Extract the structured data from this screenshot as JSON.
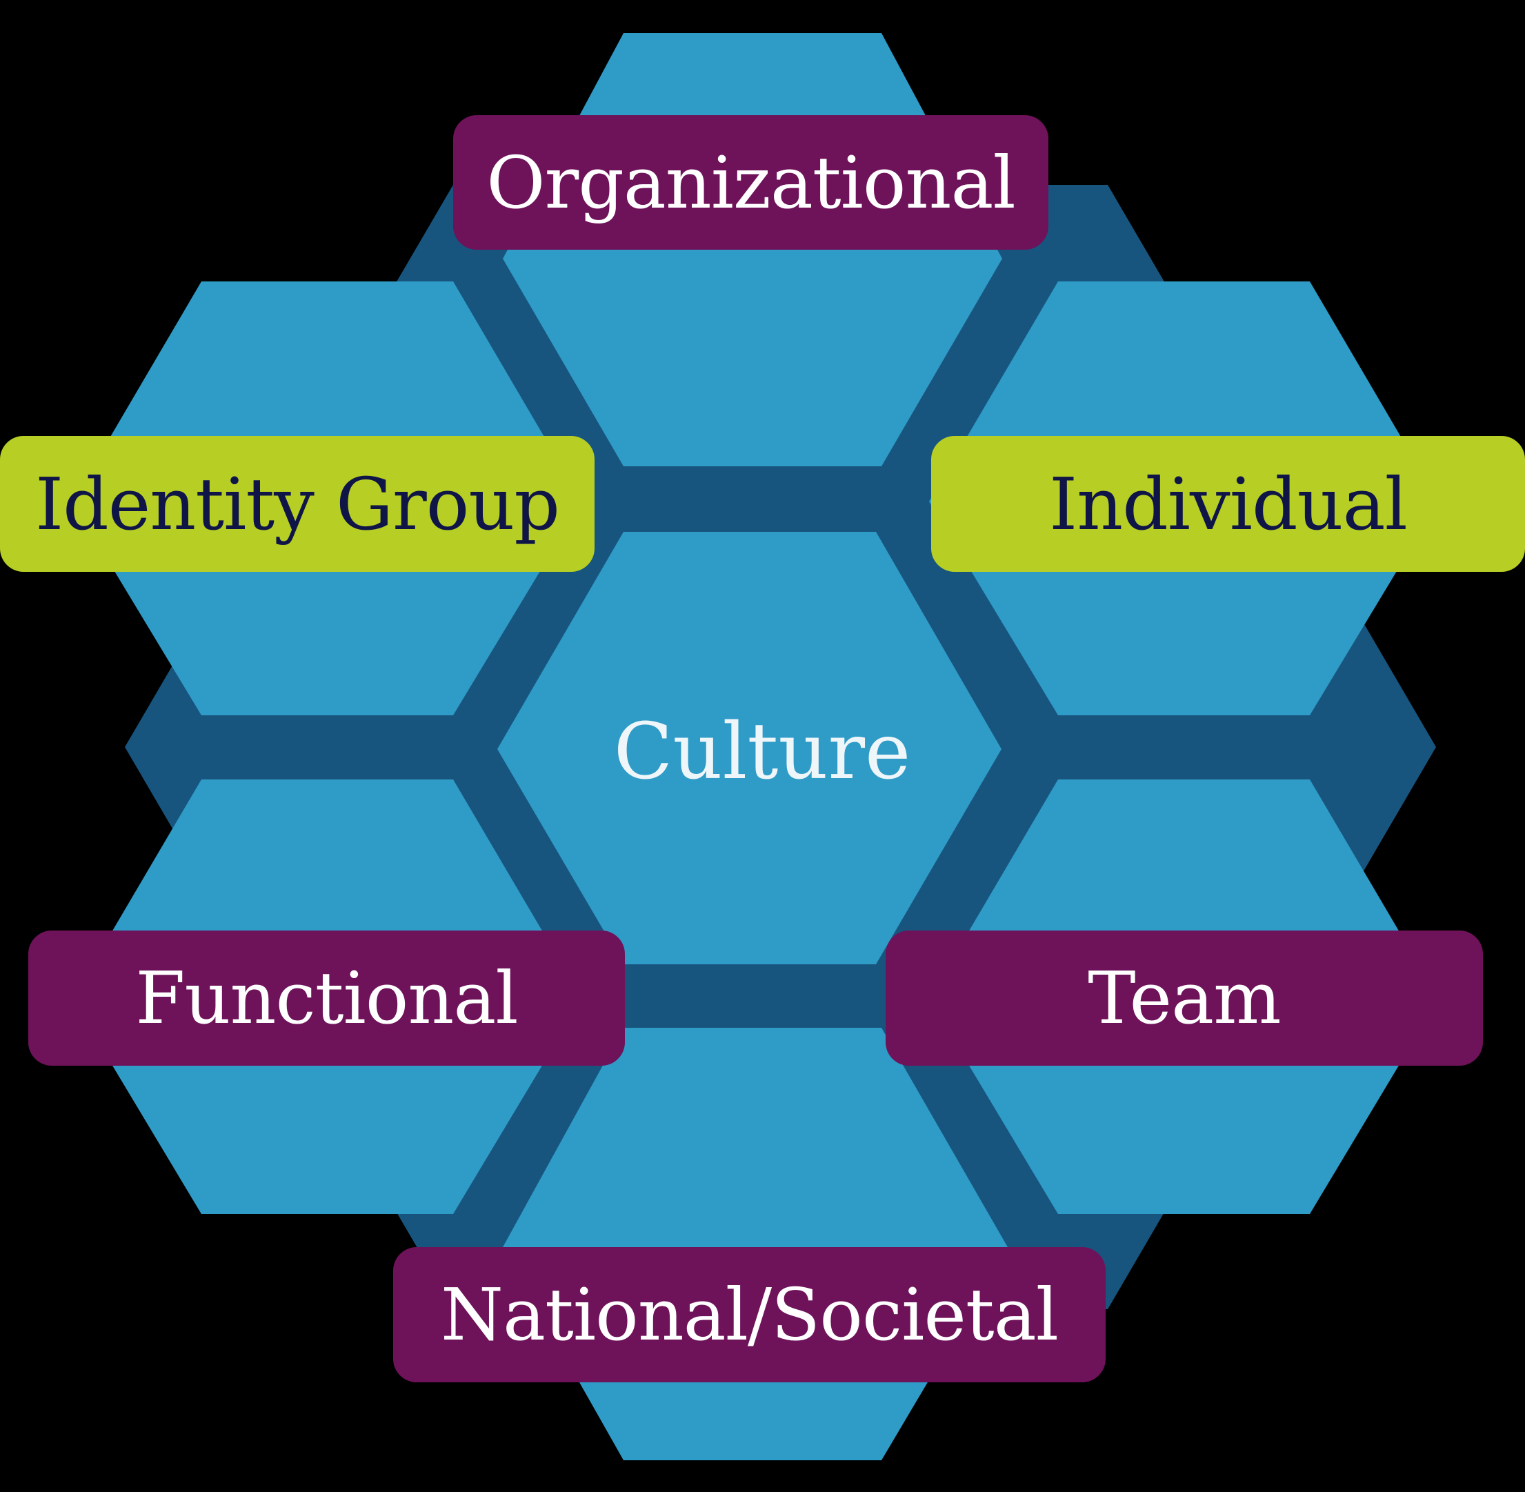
{
  "center": {
    "label": "Culture"
  },
  "segments": [
    {
      "id": "organizational",
      "label": "Organizational"
    },
    {
      "id": "identity",
      "label": "Identity Group"
    },
    {
      "id": "individual",
      "label": "Individual"
    },
    {
      "id": "functional",
      "label": "Functional"
    },
    {
      "id": "team",
      "label": "Team"
    },
    {
      "id": "national",
      "label": "National/Societal"
    }
  ],
  "colors": {
    "background": "#000000",
    "hex_light": "#2F9BC7",
    "hex_dark": "#17557F",
    "label_purple": "#6E1259",
    "label_lime": "#B7CE25",
    "label_text_on_purple": "#FFFFFF",
    "label_text_on_lime": "#0F1546"
  }
}
